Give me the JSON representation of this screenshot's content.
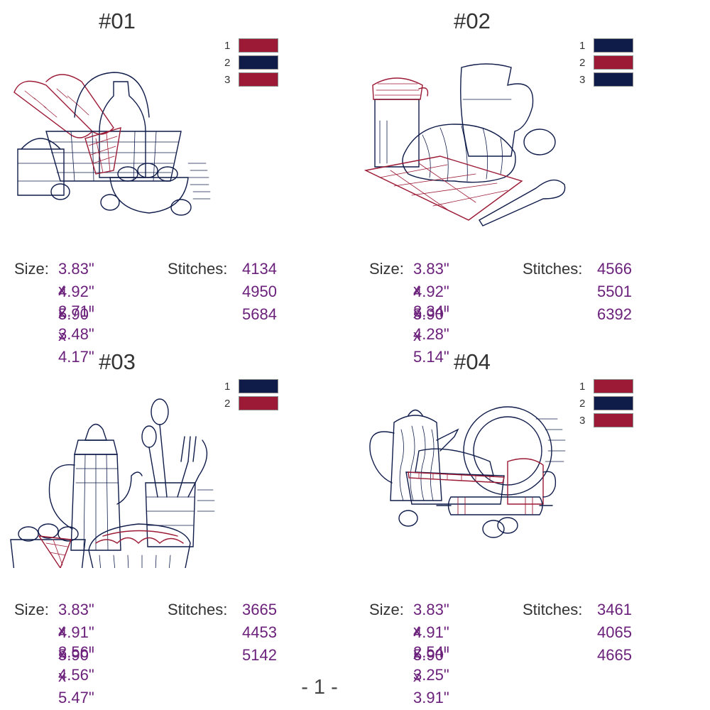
{
  "colors": {
    "red": "#9c1a35",
    "navy": "#0f1c4a",
    "text": "#333333",
    "value": "#6a1f7a"
  },
  "labels": {
    "size": "Size:",
    "stitches": "Stitches:"
  },
  "page_number": "- 1 -",
  "designs": [
    {
      "title": "#01",
      "swatches": [
        {
          "num": "1",
          "color": "#9c1a35"
        },
        {
          "num": "2",
          "color": "#0f1c4a"
        },
        {
          "num": "3",
          "color": "#9c1a35"
        }
      ],
      "sizes": [
        "3.83\" x 2.71\"",
        "4.92\" x 3.48\"",
        "5.90\" x 4.17\""
      ],
      "stitches": [
        "4134",
        "4950",
        "5684"
      ]
    },
    {
      "title": "#02",
      "swatches": [
        {
          "num": "1",
          "color": "#0f1c4a"
        },
        {
          "num": "2",
          "color": "#9c1a35"
        },
        {
          "num": "3",
          "color": "#0f1c4a"
        }
      ],
      "sizes": [
        "3.83\" x 3.34\"",
        "4.92\" x 4.28\"",
        "5.90\" x 5.14\""
      ],
      "stitches": [
        "4566",
        "5501",
        "6392"
      ]
    },
    {
      "title": "#03",
      "swatches": [
        {
          "num": "1",
          "color": "#0f1c4a"
        },
        {
          "num": "2",
          "color": "#9c1a35"
        }
      ],
      "sizes": [
        "3.83\" x 3.56\"",
        "4.91\" x 4.56\"",
        "5.90\" x 5.47\""
      ],
      "stitches": [
        "3665",
        "4453",
        "5142"
      ]
    },
    {
      "title": "#04",
      "swatches": [
        {
          "num": "1",
          "color": "#9c1a35"
        },
        {
          "num": "2",
          "color": "#0f1c4a"
        },
        {
          "num": "3",
          "color": "#9c1a35"
        }
      ],
      "sizes": [
        "3.83\" x 2.54\"",
        "4.91\" x 3.25\"",
        "5.90\" x 3.91\""
      ],
      "stitches": [
        "3461",
        "4065",
        "4665"
      ]
    }
  ]
}
